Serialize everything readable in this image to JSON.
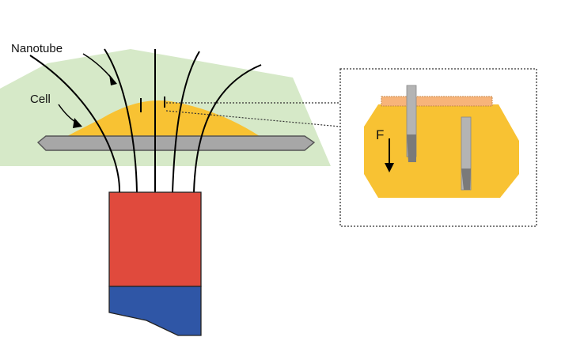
{
  "labels": {
    "nanotube": "Nanotube",
    "cell": "Cell",
    "force": "F"
  },
  "colors": {
    "background_panel": "#d6e9c8",
    "cell": "#f8c233",
    "substrate": "#a7a7a7",
    "holder_top": "#e04a3d",
    "holder_bottom": "#2f56a6",
    "membrane": "#f7b47a",
    "nanotube_line": "#000000",
    "probe": "#b4b4b4"
  }
}
